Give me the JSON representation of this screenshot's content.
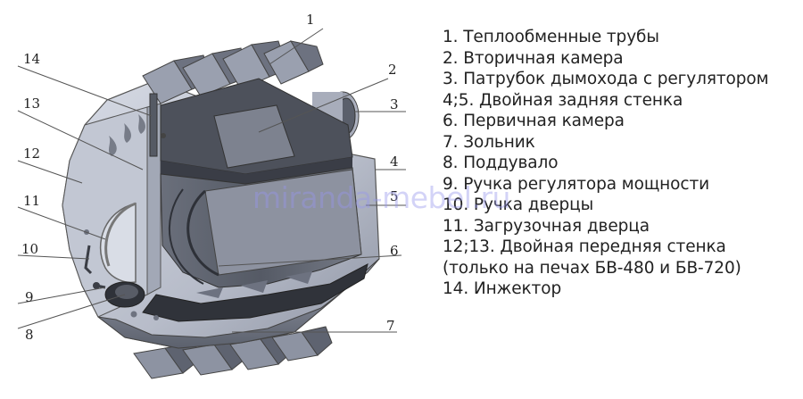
{
  "callouts": [
    "1",
    "2",
    "3",
    "4",
    "5",
    "6",
    "7",
    "8",
    "9",
    "10",
    "11",
    "12",
    "13",
    "14"
  ],
  "legend": [
    "1. Теплообменные трубы",
    "2. Вторичная камера",
    "3. Патрубок дымохода с регулятором",
    "4;5. Двойная задняя стенка",
    "6. Первичная камера",
    "7. Зольник",
    "8. Поддувало",
    "9. Ручка регулятора мощности",
    "10. Ручка дверцы",
    "11. Загрузочная дверца",
    "12;13. Двойная передняя стенка",
    "(только на печах БВ-480 и БВ-720)",
    "14. Инжектор"
  ],
  "watermark": "miranda-mebel.ru",
  "colors": {
    "metal_light": "#c9cdd8",
    "metal_mid": "#9ea4b3",
    "metal_dark": "#6e7482",
    "interior_dark": "#3d4049",
    "text": "#222222"
  }
}
